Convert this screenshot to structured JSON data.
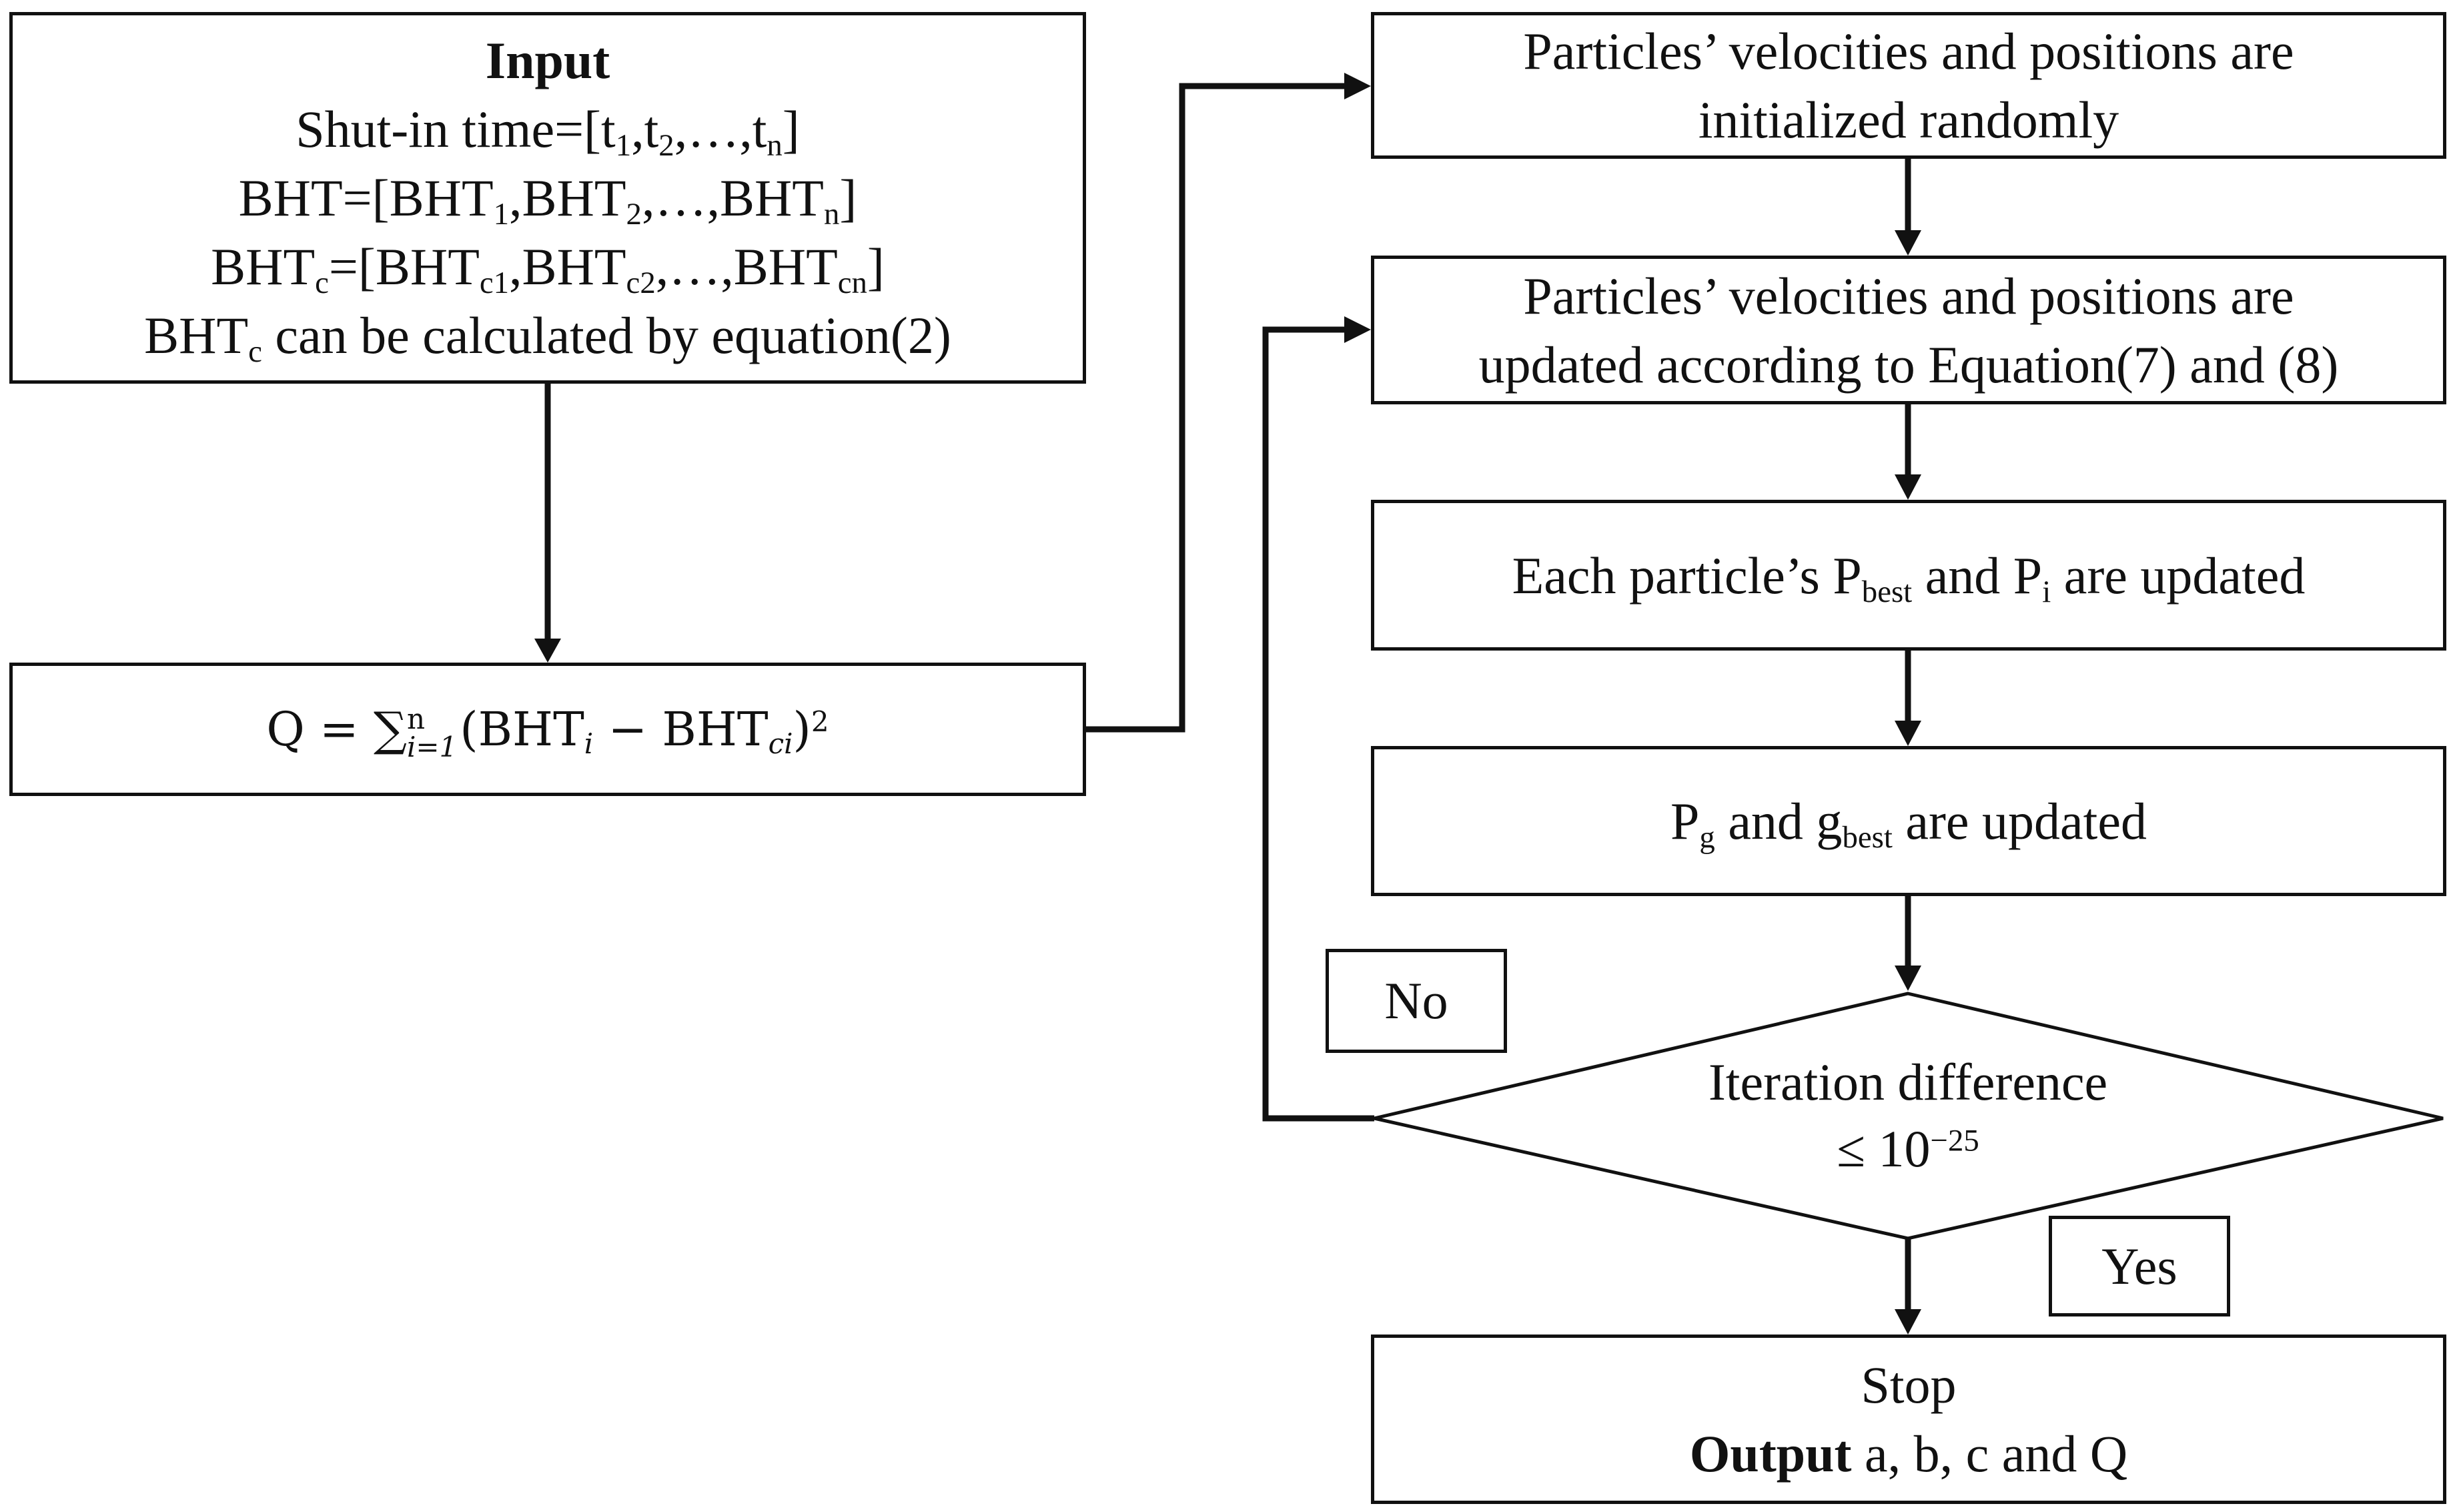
{
  "input_box": {
    "title": "Input",
    "line1": {
      "a": "Shut-in time=[t",
      "s1": "1",
      "b": ",t",
      "s2": "2",
      "c": ",…,t",
      "s3": "n",
      "d": "]"
    },
    "line2": {
      "a": "BHT=[BHT",
      "s1": "1",
      "b": ",BHT",
      "s2": "2",
      "c": ",…,BHT",
      "s3": "n",
      "d": "]"
    },
    "line3": {
      "a": "BHT",
      "s0": "c",
      "b": "=[BHT",
      "s1": "c1",
      "c": ",BHT",
      "s2": "c2",
      "d": ",…,BHT",
      "s3": "cn",
      "e": "]"
    },
    "line4": {
      "a": "BHT",
      "s0": "c",
      "b": " can be calculated by equation(2)"
    }
  },
  "q_box": {
    "lhs": "Q = ∑",
    "sub": "i=1",
    "sup": "n",
    "open": "(BHT",
    "sub_i": "i",
    "minus": " − BHT",
    "sub_ci": "ci",
    "close": ")",
    "exp": "2"
  },
  "init_box": {
    "line1": "Particles’ velocities and positions are",
    "line2": "initialized  randomly"
  },
  "update_box": {
    "line1": "Particles’ velocities and positions are",
    "line2": "updated according to Equation(7) and (8)"
  },
  "pbest_box": {
    "a": "Each particle’s  P",
    "s1": "best",
    "b": " and P",
    "s2": "i",
    "c": " are updated"
  },
  "gbest_box": {
    "a": "P",
    "s1": "g",
    "b": " and g",
    "s2": "best",
    "c": " are updated"
  },
  "decision": {
    "line1": "Iteration difference",
    "prefix": "≤ 10",
    "exp": "−25"
  },
  "no_label": "No",
  "yes_label": "Yes",
  "stop_box": {
    "line1": "Stop",
    "bold": "Output",
    "rest": " a, b, c and Q"
  }
}
